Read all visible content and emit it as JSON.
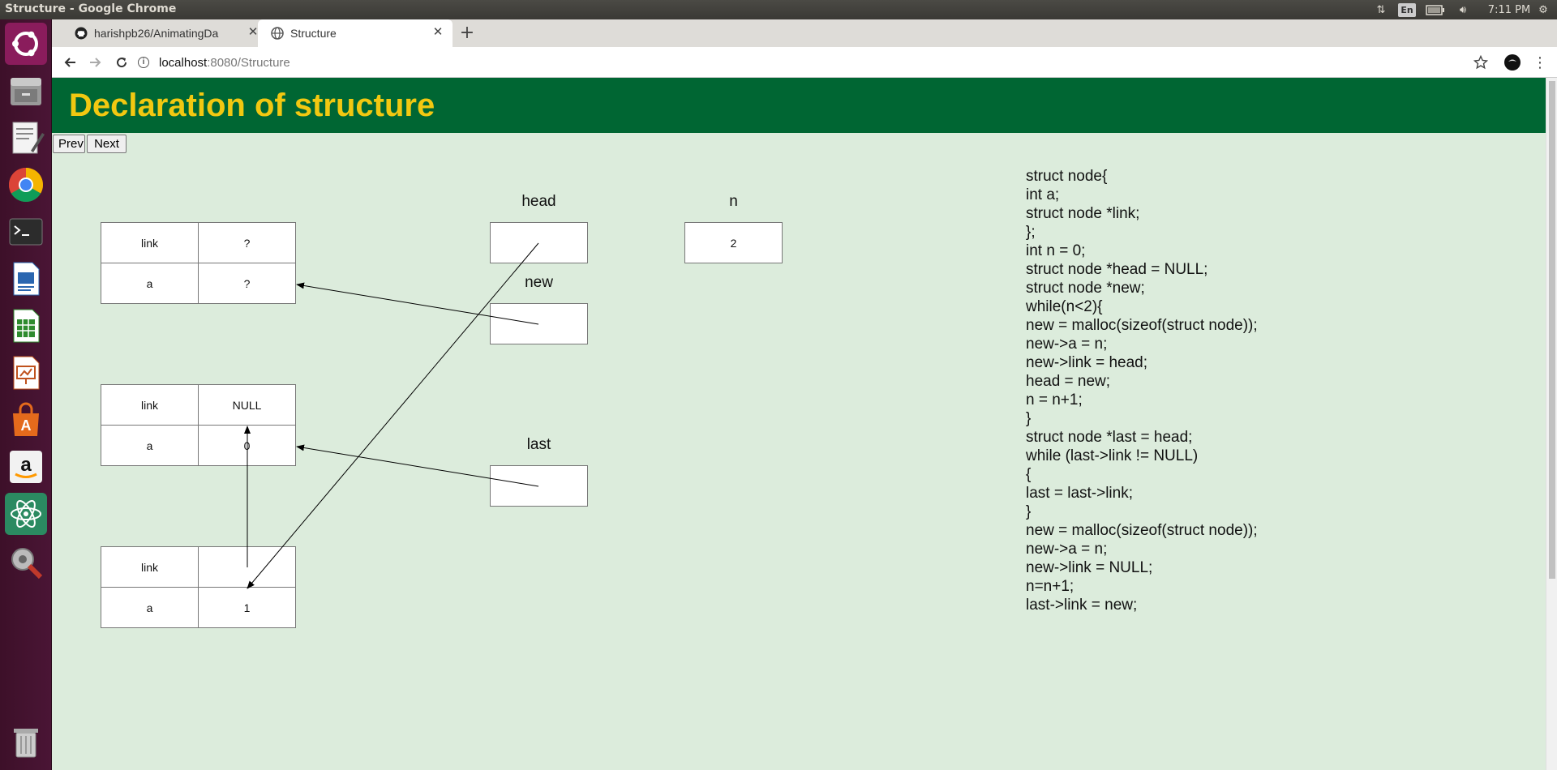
{
  "os": {
    "window_title": "Structure - Google Chrome",
    "lang_indicator": "En",
    "clock": "7:11 PM"
  },
  "tabs": [
    {
      "title": "harishpb26/AnimatingDa",
      "active": false
    },
    {
      "title": "Structure",
      "active": true
    }
  ],
  "address": {
    "host": "localhost",
    "rest": ":8080/Structure"
  },
  "page": {
    "title": "Declaration of structure",
    "prev_label": "Prev",
    "next_label": "Next"
  },
  "nodes": [
    {
      "link_label": "link",
      "link_value": "?",
      "a_label": "a",
      "a_value": "?"
    },
    {
      "link_label": "link",
      "link_value": "NULL",
      "a_label": "a",
      "a_value": "0"
    },
    {
      "link_label": "link",
      "link_value": "",
      "a_label": "a",
      "a_value": "1"
    }
  ],
  "variables": {
    "head": {
      "label": "head",
      "value": ""
    },
    "n": {
      "label": "n",
      "value": "2"
    },
    "new": {
      "label": "new",
      "value": ""
    },
    "last": {
      "label": "last",
      "value": ""
    }
  },
  "code_lines": [
    "struct node{",
    "int a;",
    "struct node *link;",
    "};",
    "int n = 0;",
    "struct node *head = NULL;",
    "struct node *new;",
    "while(n<2){",
    "new = malloc(sizeof(struct node));",
    "new->a = n;",
    "new->link = head;",
    "head = new;",
    "n = n+1;",
    "}",
    "struct node *last = head;",
    "while (last->link != NULL)",
    "{",
    "last = last->link;",
    "}",
    "new = malloc(sizeof(struct node));",
    "new->a = n;",
    "new->link = NULL;",
    "n=n+1;",
    "last->link = new;"
  ],
  "colors": {
    "header_bg": "#006633",
    "title_color": "#f2c811",
    "page_bg": "#dcecdc",
    "launcher_bg": "#4a1535"
  }
}
